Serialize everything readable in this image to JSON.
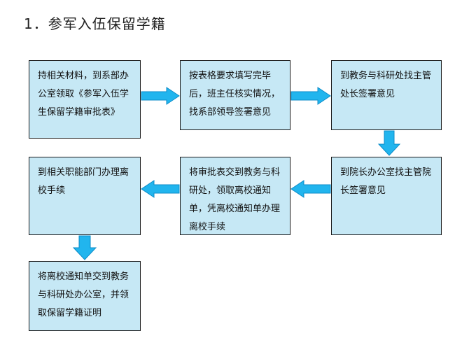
{
  "title": "1．参军入伍保留学籍",
  "steps": [
    "持相关材料，到系部办公室领取《参军入伍学生保留学籍审批表》",
    "按表格要求填写完毕后，班主任核实情况，找系部领导签署意见",
    "到教务与科研处找主管处长签署意见",
    "到院长办公室找主管院长签署意见",
    "将审批表交到教务与科研处，领取离校通知单，凭离校通知单办理离校手续",
    "到相关职能部门办理离校手续",
    "将离校通知单交到教务与科研处办公室，并领取保留学籍证明"
  ],
  "colors": {
    "box_fill": "#c6e8f5",
    "arrow_fill": "#21b5ee",
    "arrow_stroke": "#0c8cc8",
    "border": "#1a1a1a"
  }
}
